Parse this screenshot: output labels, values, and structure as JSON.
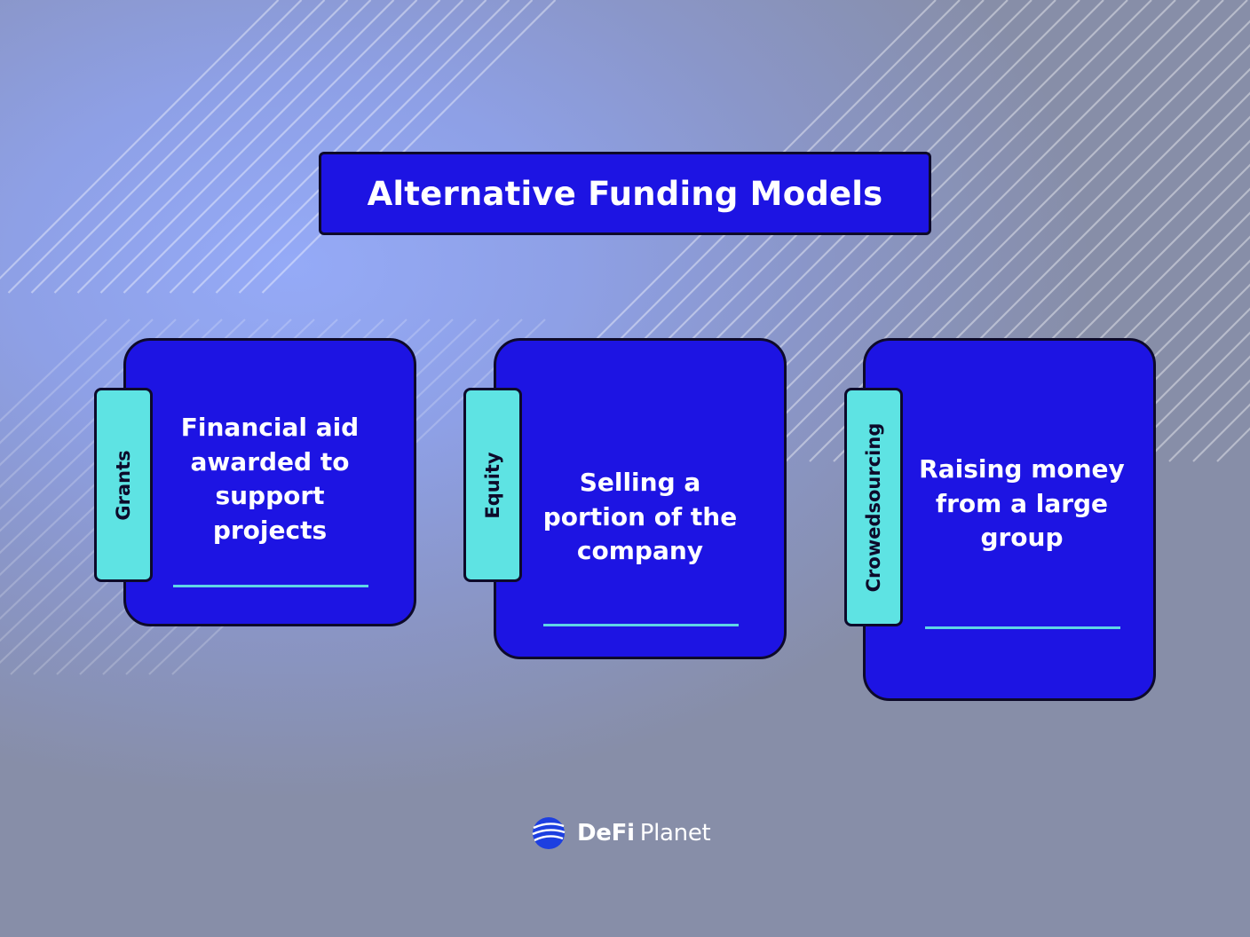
{
  "title": "Alternative Funding Models",
  "cards": [
    {
      "tab": "Grants",
      "text": "Financial aid awarded to support projects"
    },
    {
      "tab": "Equity",
      "text": "Selling a portion of the company"
    },
    {
      "tab": "Crowedsourcing",
      "text": "Raising money from a large group"
    }
  ],
  "brand": {
    "name_bold": "DeFi",
    "name_light": "Planet"
  },
  "colors": {
    "card": "#1d14e3",
    "tab": "#5ee3e3",
    "accent_line": "#5fd6e6"
  }
}
